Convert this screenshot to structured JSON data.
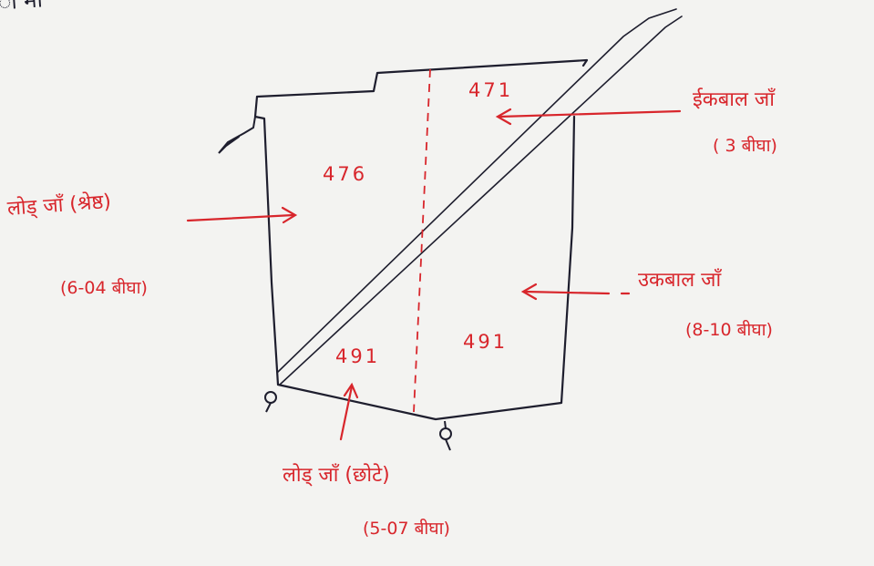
{
  "top_fragment": "ा मा",
  "plots": {
    "north_right": "471",
    "north_left": "476",
    "south_left": "491",
    "south_right": "491"
  },
  "annotations": {
    "top_right": {
      "name": "ईकबाल जाँ",
      "area": "( 3 बीघा)"
    },
    "left": {
      "name": "लोड् जाँ (श्रेष्ठ)",
      "area": "(6-04 बीघा)"
    },
    "right": {
      "name": "उकबाल जाँ",
      "area": "(8-10 बीघा)"
    },
    "bottom": {
      "name": "लोड् जाँ (छोटे)",
      "area": "(5-07 बीघा)"
    }
  },
  "colors": {
    "ink_red": "#d8262c",
    "ink_dark": "#1e1e2e",
    "paper": "#f3f3f1"
  }
}
